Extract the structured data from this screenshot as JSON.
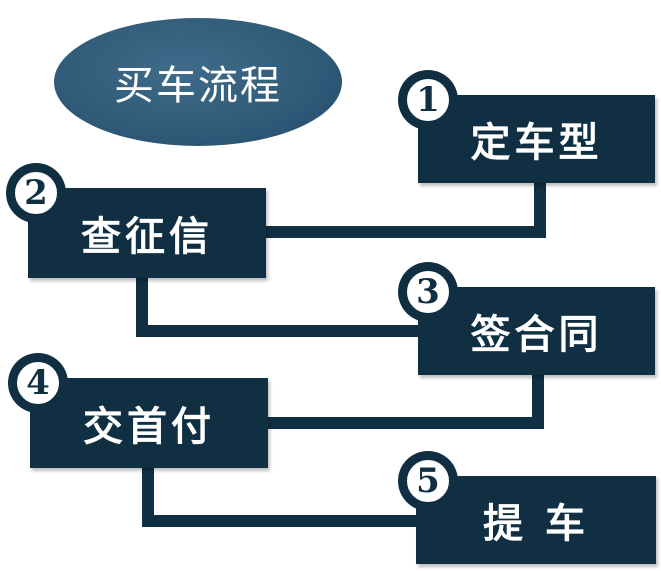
{
  "title": "买车流程",
  "steps": [
    {
      "number": "1",
      "label": "定车型"
    },
    {
      "number": "2",
      "label": "查征信"
    },
    {
      "number": "3",
      "label": "签合同"
    },
    {
      "number": "4",
      "label": "交首付"
    },
    {
      "number": "5",
      "label": "提 车"
    }
  ],
  "colors": {
    "box": "#102f42",
    "ellipse": "#2f5a78",
    "text": "#ffffff"
  }
}
